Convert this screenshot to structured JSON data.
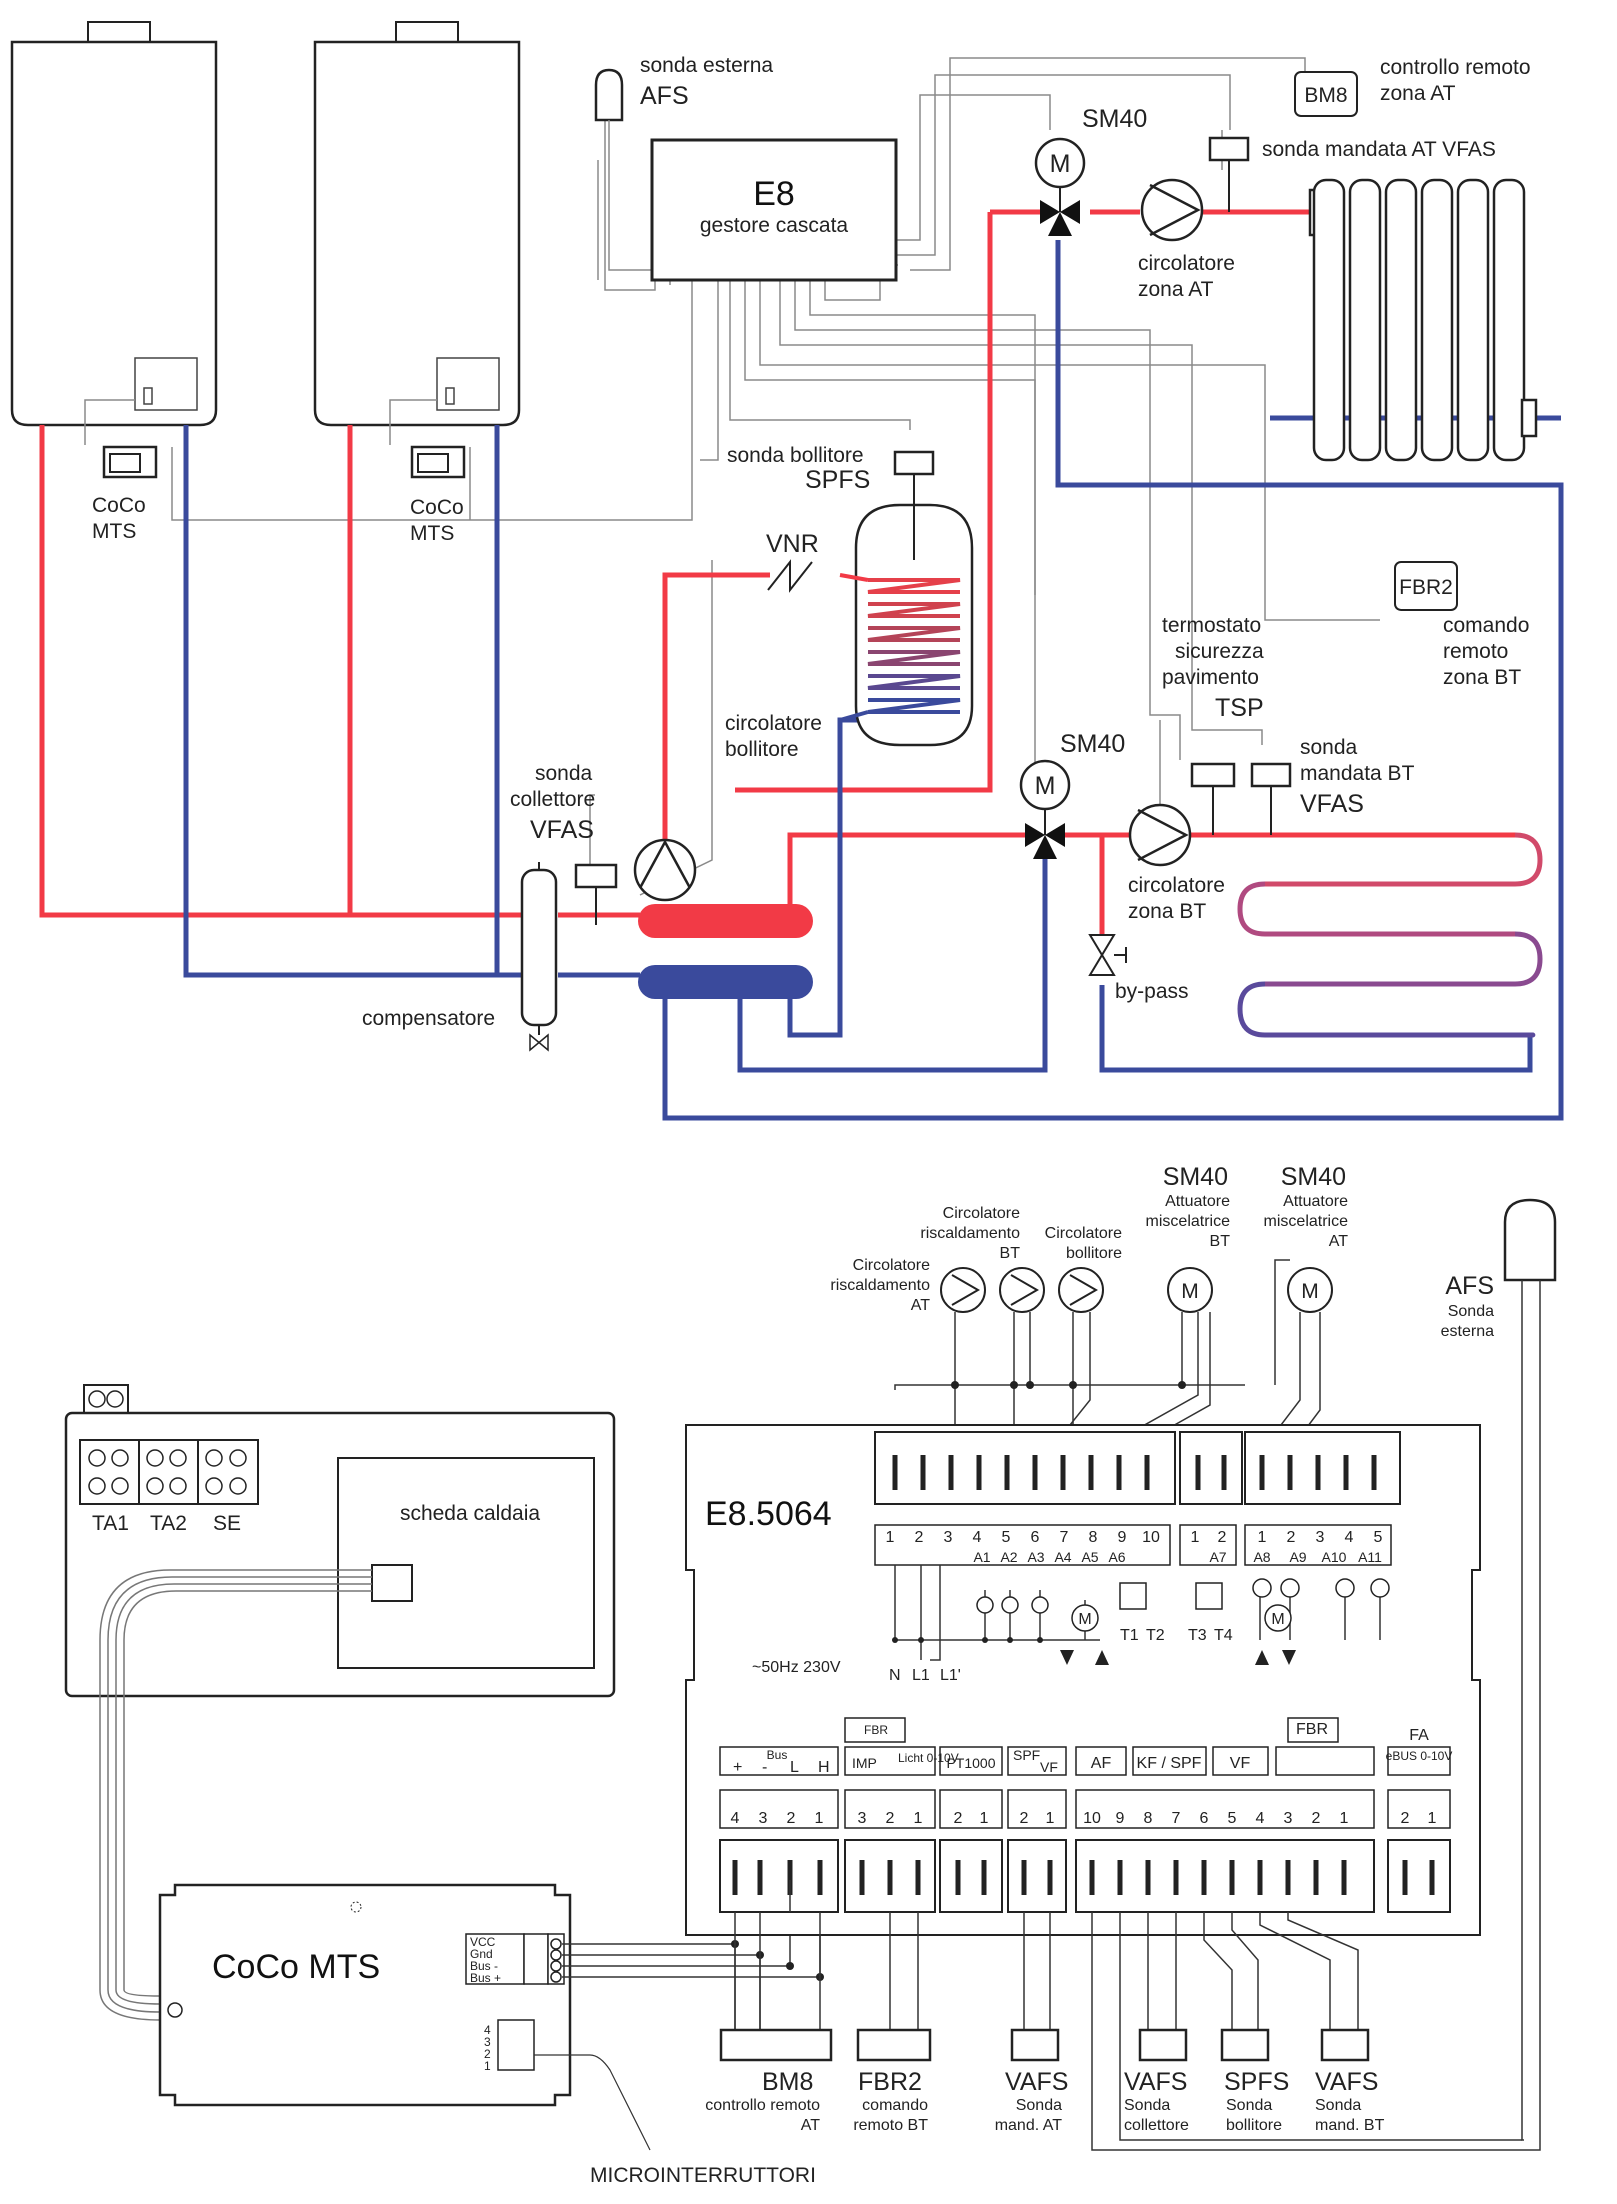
{
  "colors": {
    "supply": "#f23a46",
    "return": "#3a4a9c",
    "wire": "#888888",
    "line": "#222222"
  },
  "hydraulic": {
    "afs": {
      "label": "sonda esterna",
      "code": "AFS"
    },
    "e8": {
      "title": "E8",
      "subtitle": "gestore cascata"
    },
    "bm8": {
      "code": "BM8",
      "label_line1": "controllo remoto",
      "label_line2": "zona AT"
    },
    "sm40_at": "SM40",
    "vfas_at": "sonda mandata AT VFAS",
    "circ_at": {
      "line1": "circolatore",
      "line2": "zona AT"
    },
    "coco1": {
      "line1": "CoCo",
      "line2": "MTS"
    },
    "coco2": {
      "line1": "CoCo",
      "line2": "MTS"
    },
    "spfs": {
      "line1": "sonda bollitore",
      "line2": "SPFS"
    },
    "vnr": "VNR",
    "fbr2": {
      "code": "FBR2",
      "line1": "comando",
      "line2": "remoto",
      "line3": "zona BT"
    },
    "tsp": {
      "line1": "termostato",
      "line2": "sicurezza",
      "line3": "pavimento",
      "code": "TSP"
    },
    "circ_boiler": {
      "line1": "circolatore",
      "line2": "bollitore"
    },
    "sm40_bt": "SM40",
    "vfas_bt": {
      "line1": "sonda",
      "line2": "mandata BT",
      "code": "VFAS"
    },
    "vfas_coll": {
      "line1": "sonda",
      "line2": "collettore",
      "code": "VFAS"
    },
    "circ_bt": {
      "line1": "circolatore",
      "line2": "zona BT"
    },
    "bypass": "by-pass",
    "compensatore": "compensatore"
  },
  "wiring": {
    "sm40_bt": {
      "code": "SM40",
      "line1": "Attuatore",
      "line2": "miscelatrice",
      "line3": "BT"
    },
    "sm40_at": {
      "code": "SM40",
      "line1": "Attuatore",
      "line2": "miscelatrice",
      "line3": "AT"
    },
    "circ_risc_bt": {
      "line1": "Circolatore",
      "line2": "riscaldamento",
      "line3": "BT"
    },
    "circ_boll": {
      "line1": "Circolatore",
      "line2": "bollitore"
    },
    "circ_risc_at": {
      "line1": "Circolatore",
      "line2": "riscaldamento",
      "line3": "AT"
    },
    "afs": {
      "code": "AFS",
      "line1": "Sonda",
      "line2": "esterna"
    },
    "boiler_card": {
      "label": "scheda caldaia",
      "ta1": "TA1",
      "ta2": "TA2",
      "se": "SE"
    },
    "controller_name": "E8.5064",
    "power": "~50Hz 230V",
    "coco": {
      "title": "CoCo MTS",
      "vcc": "VCC",
      "gnd": "Gnd",
      "bus1": "Bus -",
      "bus2": "Bus +"
    },
    "microinterruttori": "MICROINTERRUTTORI",
    "top_terminals_a": [
      "1",
      "2",
      "3",
      "4",
      "5",
      "6",
      "7",
      "8",
      "9",
      "10"
    ],
    "top_terminals_b": [
      "1",
      "2"
    ],
    "top_terminals_c": [
      "1",
      "2",
      "3",
      "4",
      "5"
    ],
    "top_codes_a": [
      "A1",
      "A2",
      "A3",
      "A4",
      "A5",
      "A6"
    ],
    "top_codes_b": [
      "A7"
    ],
    "top_codes_c": [
      "A8",
      "A9",
      "A10",
      "A11"
    ],
    "mains": [
      "N",
      "L1",
      "L1'"
    ],
    "t_labels": [
      "T1",
      "T2",
      "T3",
      "T4"
    ],
    "bus_block": {
      "title": "Bus",
      "labels": [
        "+",
        "-",
        "L",
        "H"
      ],
      "nums": [
        "4",
        "3",
        "2",
        "1"
      ]
    },
    "fbr_block": {
      "title": "FBR",
      "labels": [
        "IMP",
        "Licht 0-10V"
      ],
      "nums": [
        "3",
        "2",
        "1"
      ]
    },
    "pt_block": {
      "labels": [
        "PT1000"
      ],
      "nums": [
        "2",
        "1"
      ]
    },
    "spf_block": {
      "labels": [
        "SPF",
        "VF"
      ],
      "nums": [
        "2",
        "1"
      ]
    },
    "sensor_block": {
      "labels": [
        "AF",
        "KF / SPF",
        "VF"
      ],
      "nums": [
        "10",
        "9",
        "8",
        "7",
        "6",
        "5",
        "4",
        "3",
        "2",
        "1"
      ]
    },
    "fa_block": {
      "title": "FA",
      "label": "eBUS 0-10V",
      "nums": [
        "2",
        "1"
      ]
    },
    "bottom": {
      "bm8": {
        "code": "BM8",
        "line1": "controllo remoto",
        "line2": "AT"
      },
      "fbr2": {
        "code": "FBR2",
        "line1": "comando",
        "line2": "remoto BT"
      },
      "vafs_at": {
        "code": "VAFS",
        "line1": "Sonda",
        "line2": "mand. AT"
      },
      "vafs_coll": {
        "code": "VAFS",
        "line1": "Sonda",
        "line2": "collettore"
      },
      "spfs": {
        "code": "SPFS",
        "line1": "Sonda",
        "line2": "bollitore"
      },
      "vafs_bt": {
        "code": "VAFS",
        "line1": "Sonda",
        "line2": "mand. BT"
      }
    }
  }
}
